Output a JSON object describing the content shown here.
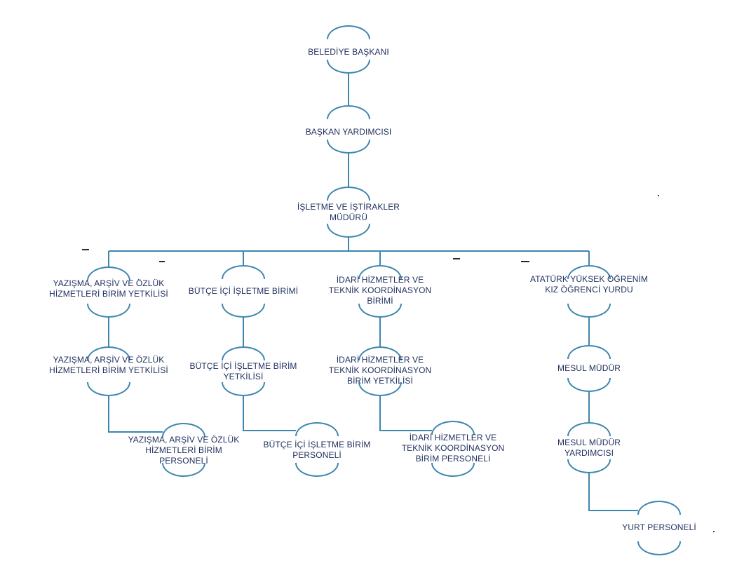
{
  "colors": {
    "line": "#3d86b0",
    "text": "#1f2f5e"
  },
  "nodes": [
    {
      "id": "baskan",
      "label": "BELEDİYE BAŞKANI"
    },
    {
      "id": "yardimci",
      "label": "BAŞKAN YARDIMCISI"
    },
    {
      "id": "mudur",
      "label": "İŞLETME VE İŞTİRAKLER MÜDÜRÜ"
    },
    {
      "id": "yazisma_birim",
      "label": "YAZIŞMA, ARŞİV VE ÖZLÜK HİZMETLERİ BİRİM YETKİLİSİ"
    },
    {
      "id": "yazisma_yetkili",
      "label": "YAZIŞMA, ARŞİV VE ÖZLÜK HİZMETLERİ BİRİM YETKİLİSİ"
    },
    {
      "id": "yazisma_personel",
      "label": "YAZIŞMA, ARŞİV VE ÖZLÜK HİZMETLERİ BİRİM PERSONELİ"
    },
    {
      "id": "butce_birim",
      "label": "BÜTÇE İÇİ İŞLETME BİRİMİ"
    },
    {
      "id": "butce_yetkili",
      "label": "BÜTÇE İÇİ İŞLETME BİRİM YETKİLİSİ"
    },
    {
      "id": "butce_personel",
      "label": "BÜTÇE İÇİ İŞLETME BİRİM PERSONELİ"
    },
    {
      "id": "idari_birim",
      "label": "İDARİ HİZMETLER VE TEKNİK KOORDİNASYON BİRİMİ"
    },
    {
      "id": "idari_yetkili",
      "label": "İDARİ HİZMETLER VE TEKNİK KOORDİNASYON BİRİM YETKİLİSİ"
    },
    {
      "id": "idari_personel",
      "label": "İDARİ HİZMETLER VE TEKNİK KOORDİNASYON BİRİM PERSONELİ"
    },
    {
      "id": "yurt",
      "label": "ATATÜRK YÜKSEK ÖĞRENİM KIZ ÖĞRENCİ YURDU"
    },
    {
      "id": "mesul",
      "label": "MESUL MÜDÜR"
    },
    {
      "id": "mesul_yrd",
      "label": "MESUL MÜDÜR YARDIMCISI"
    },
    {
      "id": "yurt_personel",
      "label": "YURT PERSONELİ"
    }
  ]
}
